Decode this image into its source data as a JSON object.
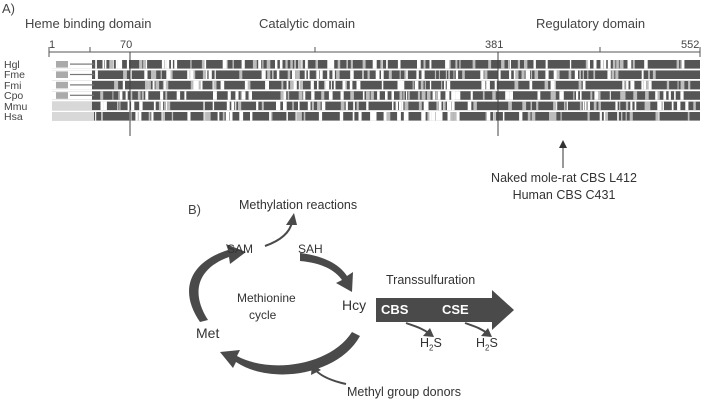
{
  "panel_a": {
    "label": "A)",
    "domains": {
      "heme": "Heme binding domain",
      "catalytic": "Catalytic domain",
      "regulatory": "Regulatory domain"
    },
    "positions": [
      "1",
      "70",
      "381",
      "552"
    ],
    "species": [
      "Hgl",
      "Fme",
      "Fmi",
      "Cpo",
      "Mmu",
      "Hsa"
    ],
    "annotation": {
      "line1": "Naked mole-rat CBS L412",
      "line2": "Human CBS C431"
    }
  },
  "panel_b": {
    "label": "B)",
    "methylation": "Methylation reactions",
    "sam": "SAM",
    "sah": "SAH",
    "transsulfuration": "Transsulfuration",
    "hcy": "Hcy",
    "met": "Met",
    "cycle_line1": "Methionine",
    "cycle_line2": "cycle",
    "cbs": "CBS",
    "cse": "CSE",
    "h2s_1": "H",
    "h2s_2": "H",
    "h2s_sub": "2",
    "h2s_tail": "S",
    "donors": "Methyl group donors"
  },
  "colors": {
    "alignment_dark": "#555555",
    "arrow": "#4a4a4a"
  }
}
